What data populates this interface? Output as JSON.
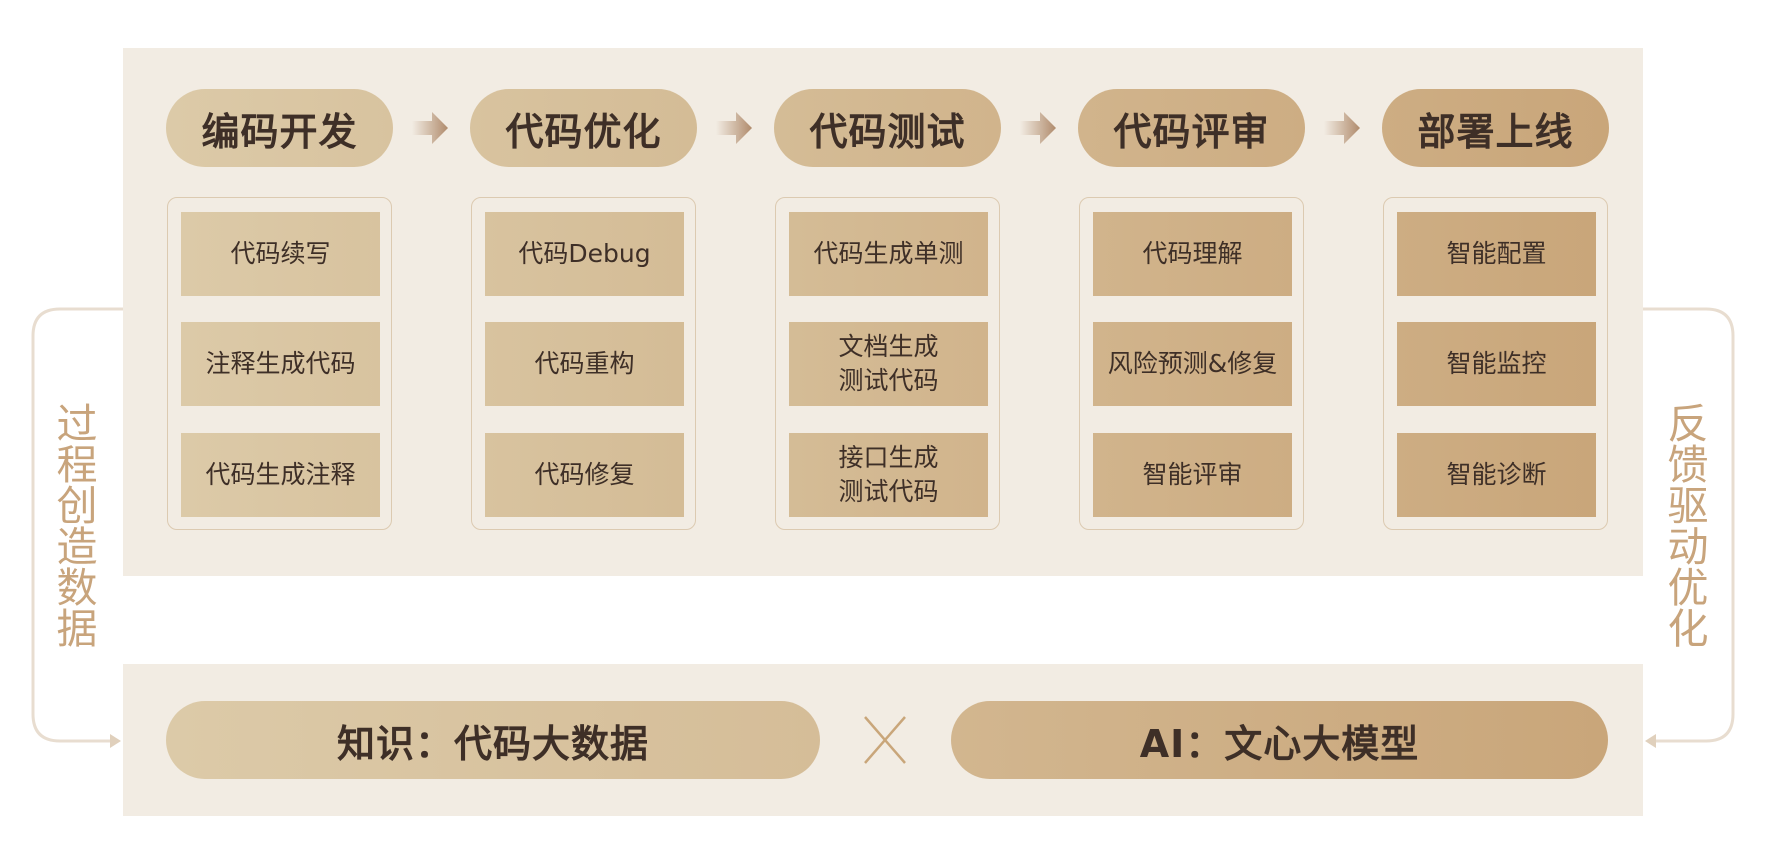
{
  "colors": {
    "panel_bg": "#f2ece3",
    "gradient_light": "#dccaa8",
    "gradient_dark": "#c9a67a",
    "text_dark": "#3e2f27",
    "side_text": "#c8a47c",
    "bracket_line": "#e8ddd0"
  },
  "stages": [
    {
      "title": "编码开发",
      "items": [
        "代码续写",
        "注释生成代码",
        "代码生成注释"
      ]
    },
    {
      "title": "代码优化",
      "items": [
        "代码Debug",
        "代码重构",
        "代码修复"
      ]
    },
    {
      "title": "代码测试",
      "items": [
        "代码生成单测",
        "文档生成\n测试代码",
        "接口生成\n测试代码"
      ]
    },
    {
      "title": "代码评审",
      "items": [
        "代码理解",
        "风险预测&修复",
        "智能评审"
      ]
    },
    {
      "title": "部署上线",
      "items": [
        "智能配置",
        "智能监控",
        "智能诊断"
      ]
    }
  ],
  "foundation": {
    "left": "知识：代码大数据",
    "right": "AI：文心大模型",
    "operator_icon": "cross-icon"
  },
  "side_labels": {
    "left": "过\n程\n创\n造\n数\n据",
    "right": "反\n馈\n驱\n动\n优\n化"
  },
  "icons": {
    "stage_arrow": "arrow-right-icon",
    "loop_arrow": "arrow-head-icon"
  }
}
